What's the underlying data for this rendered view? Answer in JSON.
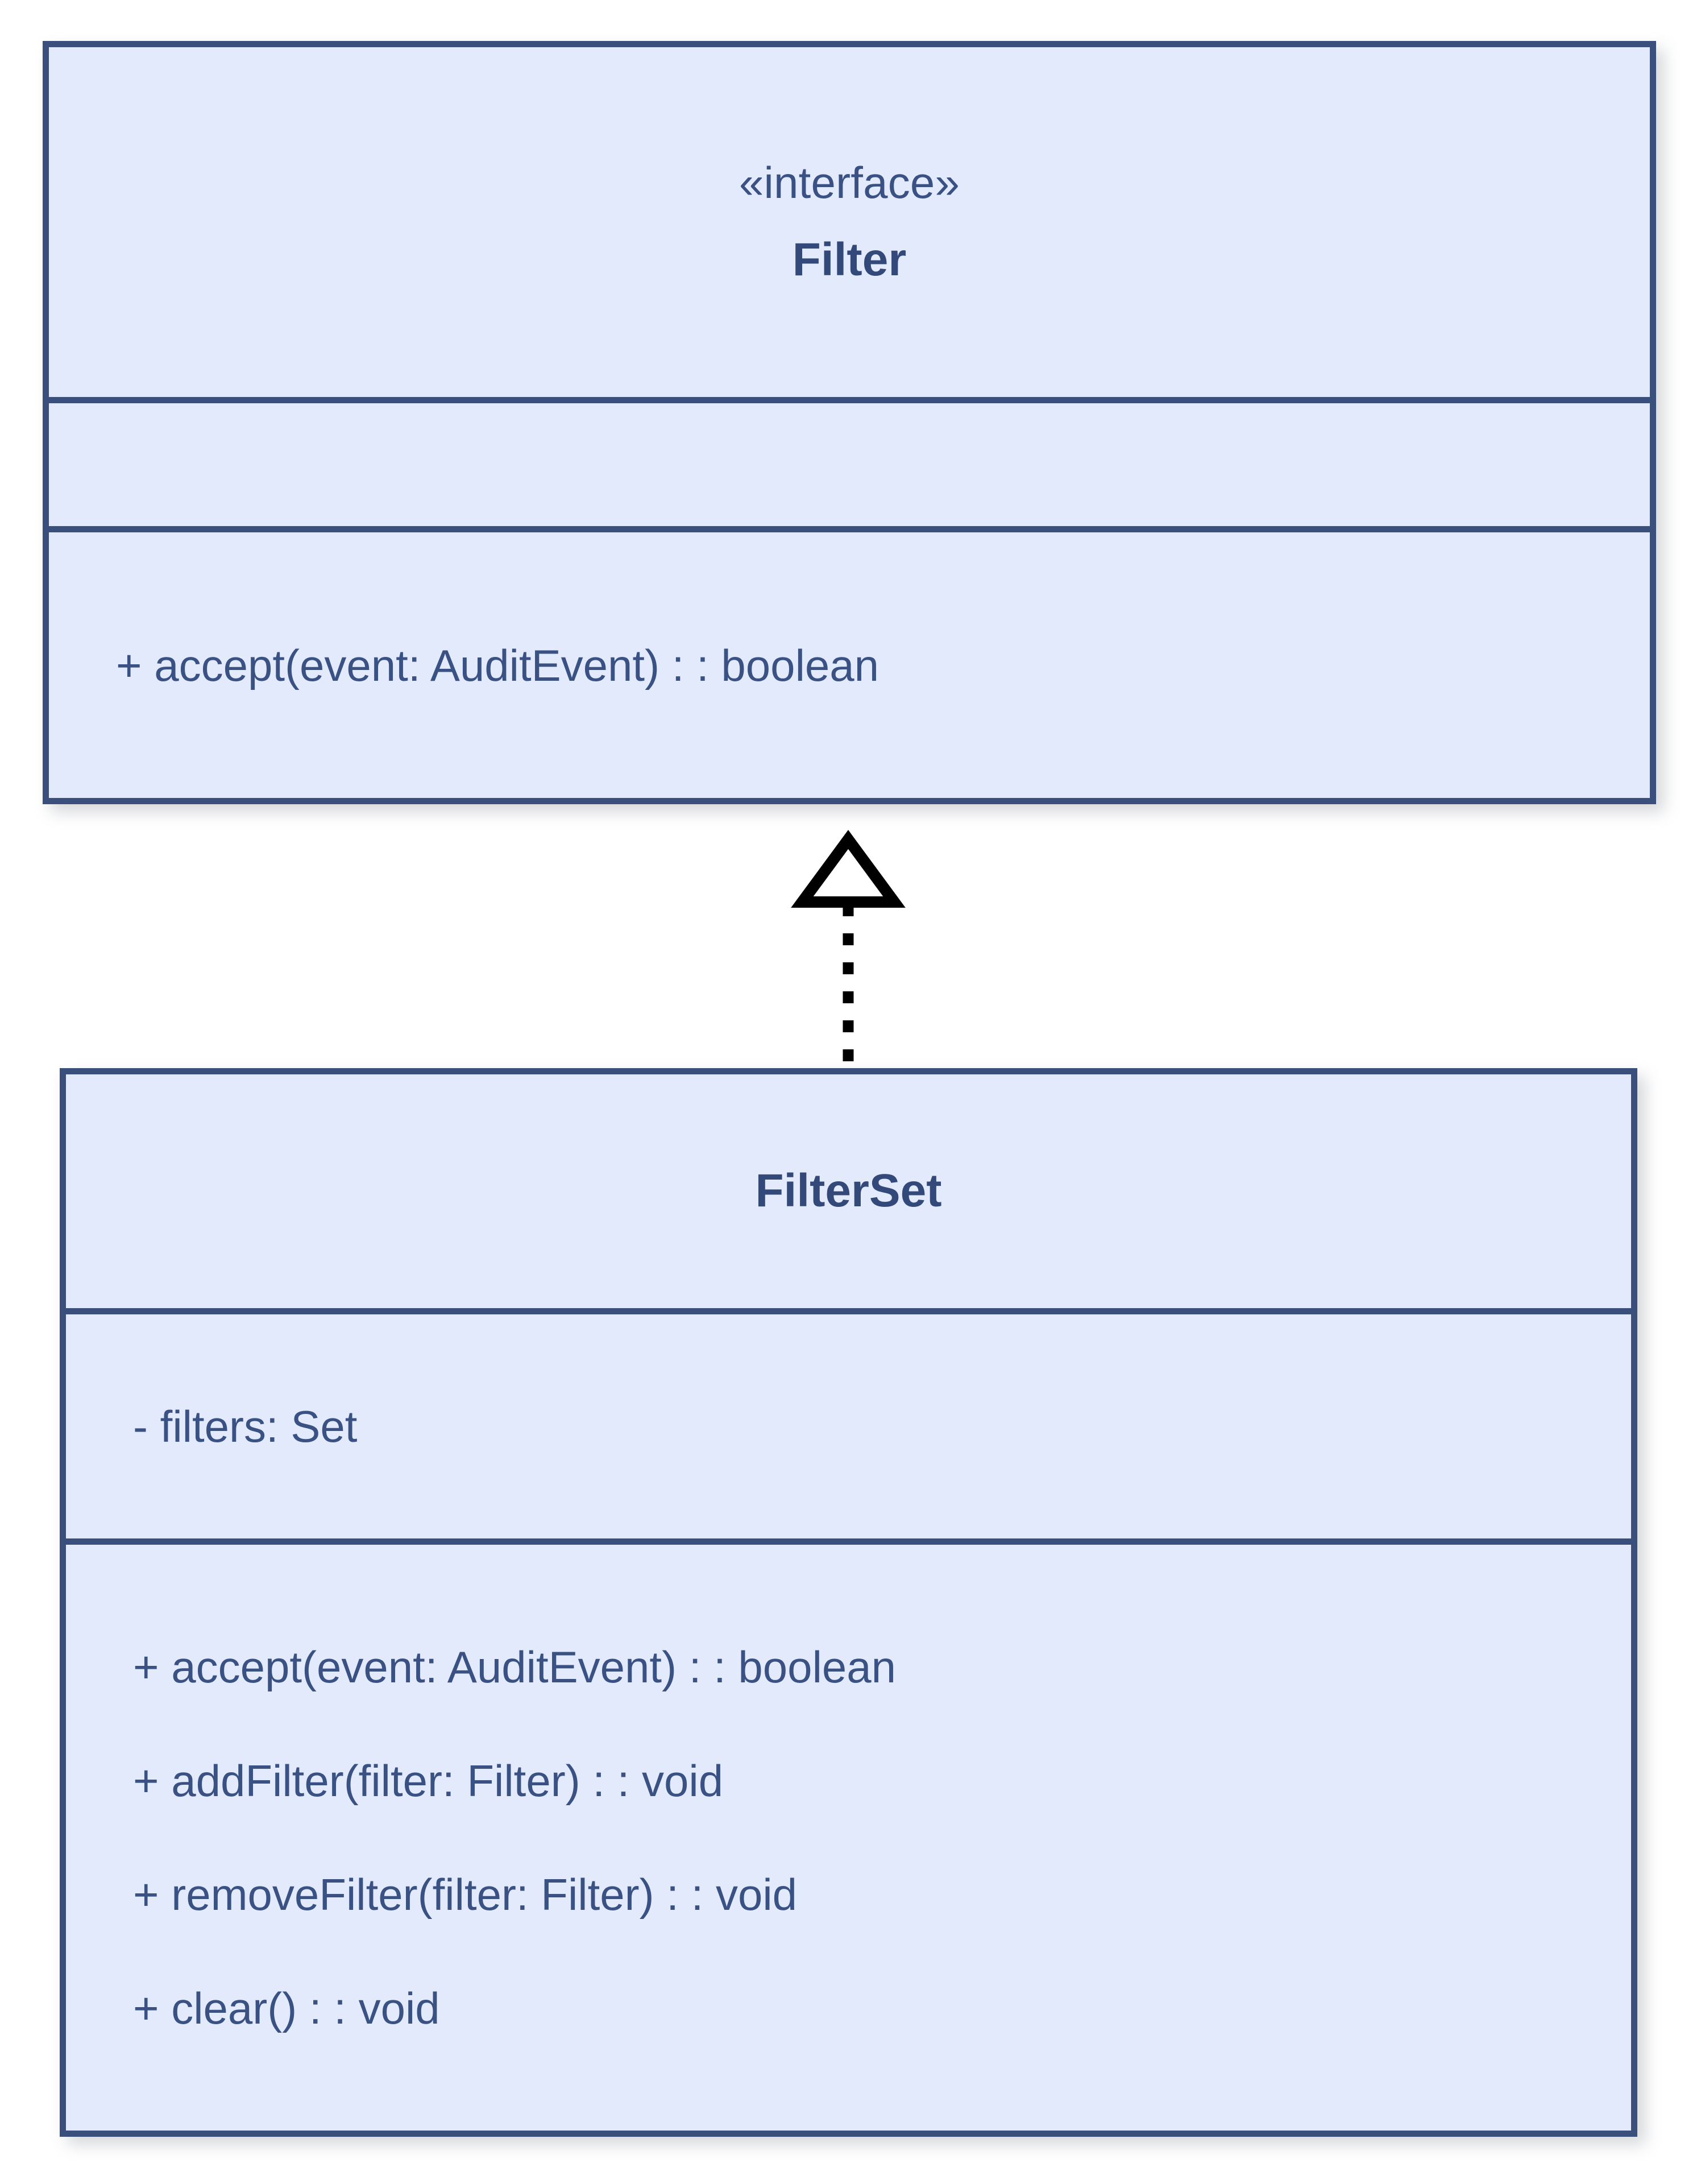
{
  "diagram": {
    "type": "uml-class-diagram",
    "background_color": "#ffffff",
    "class_fill_color": "#e3eafc",
    "class_border_color": "#3a4f7c",
    "text_color": "#3a5183",
    "connector_color": "#000000"
  },
  "classes": [
    {
      "id": "filter",
      "stereotype": "«interface»",
      "name": "Filter",
      "attributes": [],
      "operations": [
        "+ accept(event: AuditEvent) : : boolean"
      ]
    },
    {
      "id": "filterset",
      "stereotype": "",
      "name": "FilterSet",
      "attributes": [
        "- filters: Set"
      ],
      "operations": [
        "+ accept(event: AuditEvent) : : boolean",
        "+ addFilter(filter: Filter) : : void",
        "+ removeFilter(filter: Filter) : : void",
        "+ clear() : : void"
      ]
    }
  ],
  "relationships": [
    {
      "id": "filterset-realizes-filter",
      "kind": "realization",
      "source": "FilterSet",
      "target": "Filter",
      "line_style": "dotted",
      "arrowhead": "hollow-triangle",
      "label": ""
    }
  ]
}
